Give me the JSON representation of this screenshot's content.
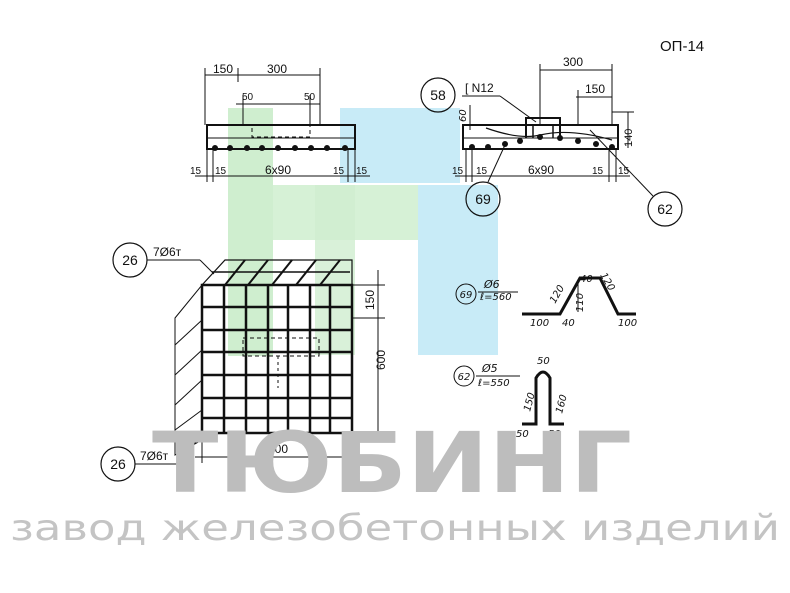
{
  "sheet_code": "ОП-14",
  "colors": {
    "ink": "#111111",
    "logo_green": "#cfeecf",
    "logo_blue": "#c8ebf7",
    "watermark_grey": "#bdbdbd"
  },
  "top_left_view": {
    "dim_150": "150",
    "dim_300": "300",
    "dim_50_a": "50",
    "dim_50_b": "50",
    "dim_15_a": "15",
    "dim_15_b": "15",
    "dim_6x90": "6x90",
    "dim_15_c": "15",
    "dim_15_d": "15"
  },
  "top_right_view": {
    "dim_300": "300",
    "dim_150": "150",
    "dim_60": "60",
    "dim_140": "140",
    "dim_15_a": "15",
    "dim_15_b": "15",
    "dim_6x90": "6x90",
    "dim_15_c": "15",
    "dim_15_d": "15",
    "channel_label": "[ N12",
    "callout_58": "58",
    "callout_69": "69",
    "callout_62": "62"
  },
  "mesh_view": {
    "callout_top": "26",
    "callout_bottom": "26",
    "rebar_top": "7Ø6т",
    "rebar_bottom": "7Ø6т",
    "dim_150": "150",
    "dim_600_vertical": "600",
    "dim_600_horizontal": "600"
  },
  "detail_69": {
    "id": "69",
    "diameter": "Ø6",
    "length": "ℓ=560",
    "dim_120_a": "120",
    "dim_40_top": "40",
    "dim_120_b": "120",
    "dim_110": "110",
    "dim_100_a": "100",
    "dim_40_bottom": "40",
    "dim_100_b": "100"
  },
  "detail_62": {
    "id": "62",
    "diameter": "Ø5",
    "length": "ℓ=550",
    "dim_50_top": "50",
    "dim_150": "150",
    "dim_160": "160",
    "dim_50_a": "50",
    "dim_50_b": "50"
  },
  "watermark": {
    "brand": "ТЮБИНГ",
    "subtitle": "завод железобетонных изделий"
  }
}
